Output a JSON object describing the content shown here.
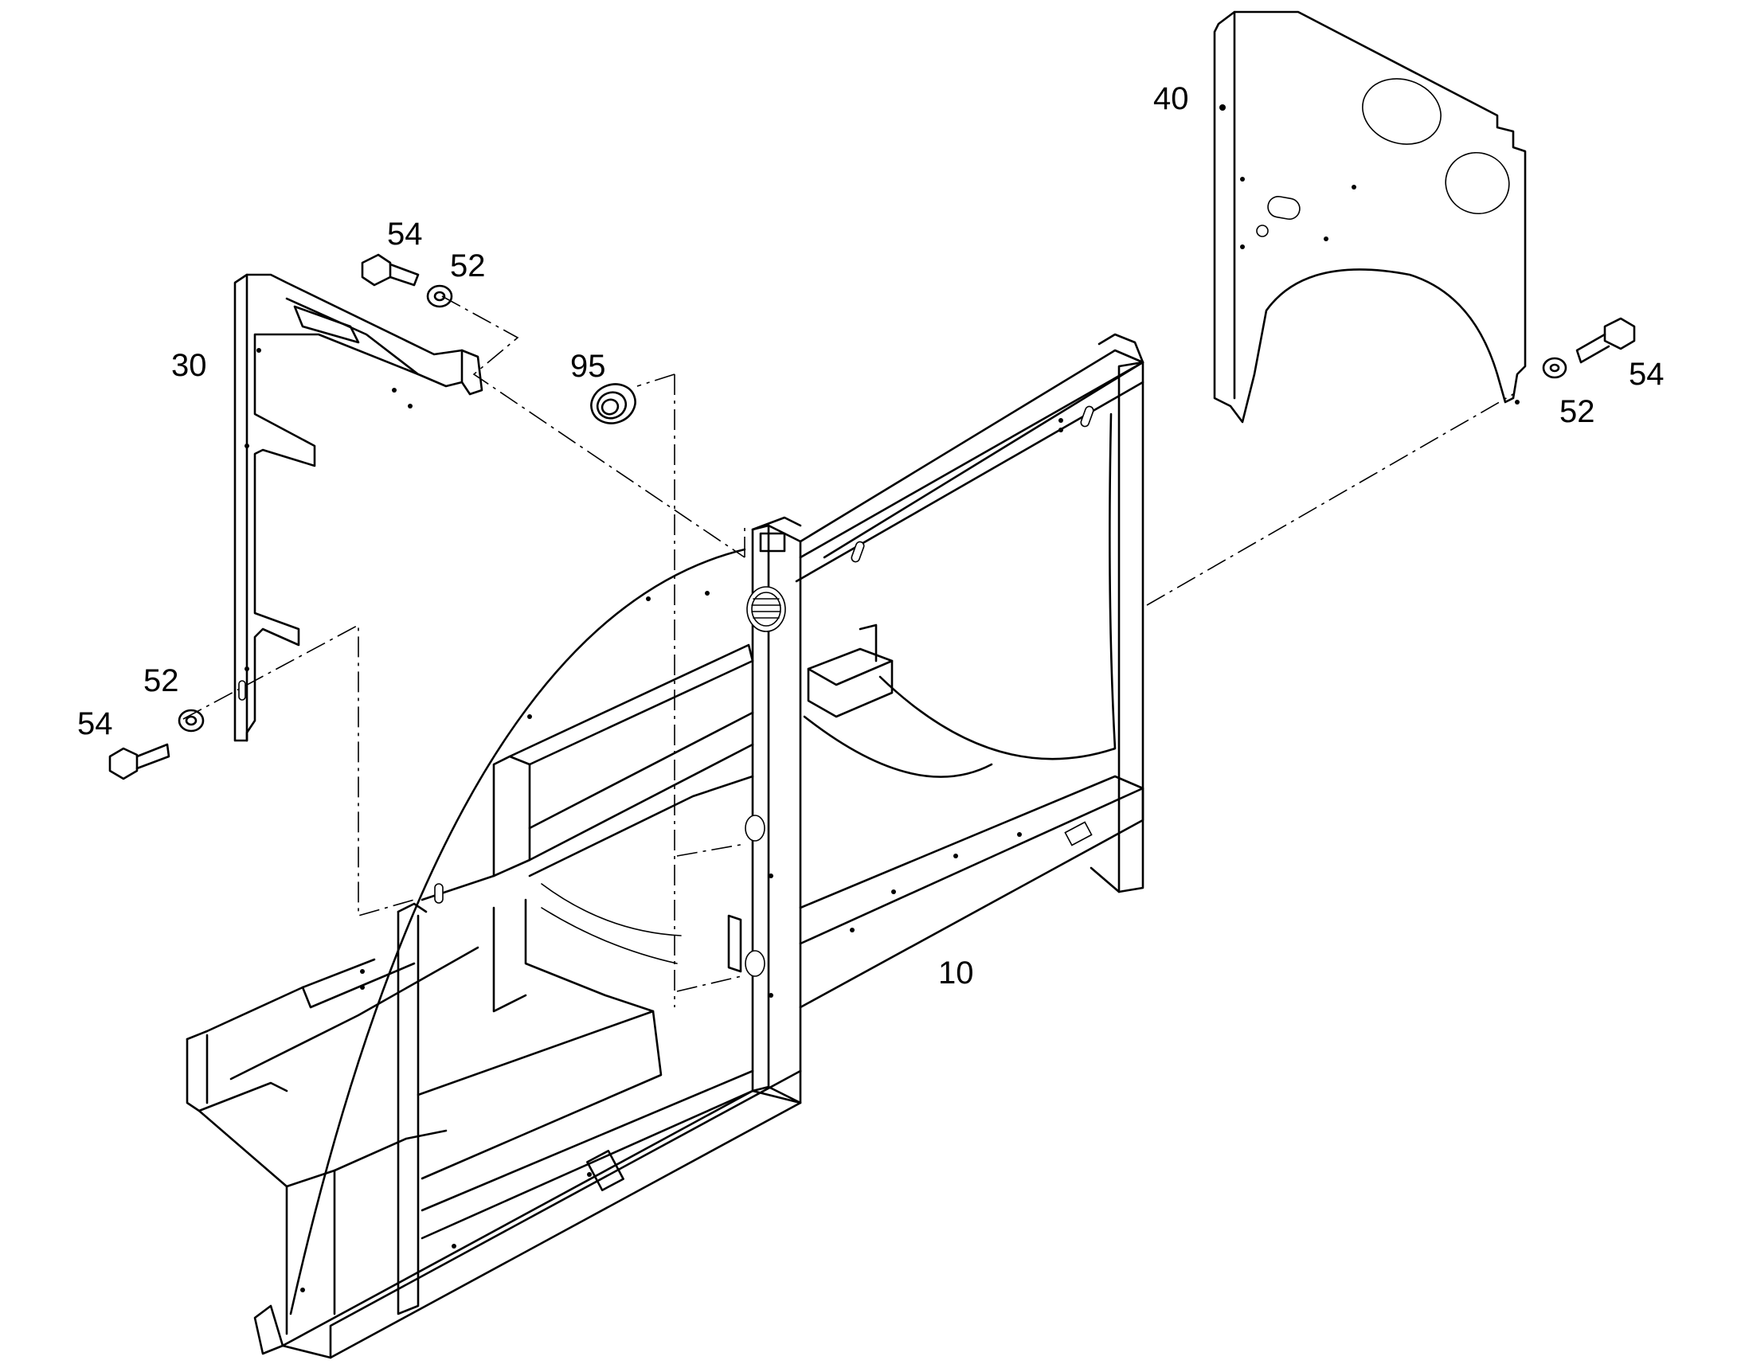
{
  "callouts": {
    "c10": "10",
    "c30": "30",
    "c40": "40",
    "c54_top": "54",
    "c52_top": "52",
    "c95": "95",
    "c54_left": "54",
    "c52_left": "52",
    "c54_right": "54",
    "c52_right": "52"
  }
}
